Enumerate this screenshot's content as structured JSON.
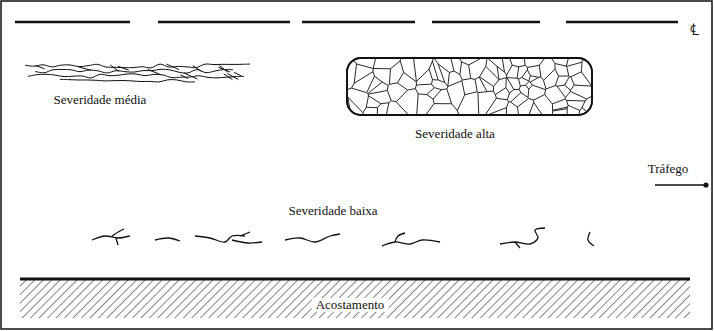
{
  "diagram": {
    "labels": [
      "℄",
      "Severidade média",
      "Severidade alta",
      "Tráfego",
      "Severidade baixa",
      "Acostamento"
    ]
  }
}
